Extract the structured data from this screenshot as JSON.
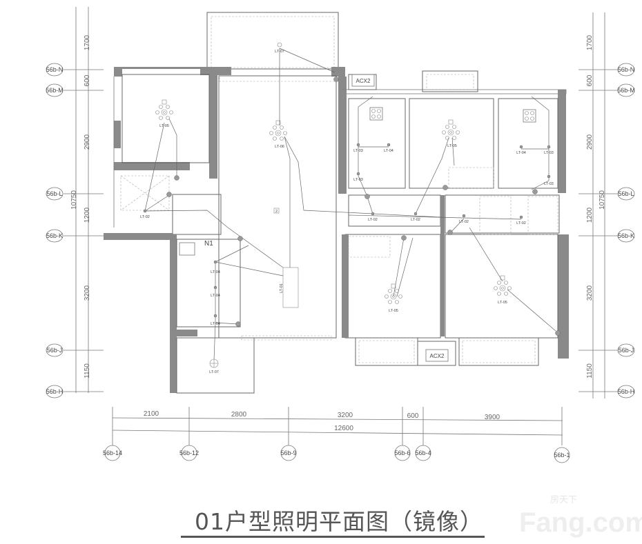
{
  "title": "01户型照明平面图（镜像）",
  "watermark": {
    "brand": "Fang.com",
    "cn": "房天下"
  },
  "rows": [
    {
      "label": "56b-N"
    },
    {
      "label": "56b-M"
    },
    {
      "label": "56b-L"
    },
    {
      "label": "56b-K"
    },
    {
      "label": "56b-J"
    },
    {
      "label": "56b-H"
    }
  ],
  "row_dims": [
    "1700",
    "600",
    "2900",
    "1200",
    "3200",
    "1150"
  ],
  "row_total": "10750",
  "columns": [
    {
      "label": "56b-14"
    },
    {
      "label": "56b-12"
    },
    {
      "label": "56b-9"
    },
    {
      "label": "56b-6"
    },
    {
      "label": "56b-4"
    },
    {
      "label": "56b-1"
    }
  ],
  "col_dims": [
    "2100",
    "2800",
    "3200",
    "600",
    "3900"
  ],
  "col_total": "12600",
  "equipment": [
    "ACX2",
    "ACX2"
  ],
  "room_tag": "2",
  "bath_tag": "N1",
  "fixtures": [
    "LT-05",
    "LT-06",
    "LT-07",
    "LT-02",
    "LT-01",
    "LT-04",
    "LT-04",
    "LT-04",
    "LT-07",
    "LT-03",
    "LT-04",
    "LT-03",
    "LT-05",
    "LT-04",
    "LT-03",
    "LT-03",
    "LT-02",
    "LT-02",
    "LT-02",
    "LT-02",
    "LT-05",
    "LT-05"
  ]
}
